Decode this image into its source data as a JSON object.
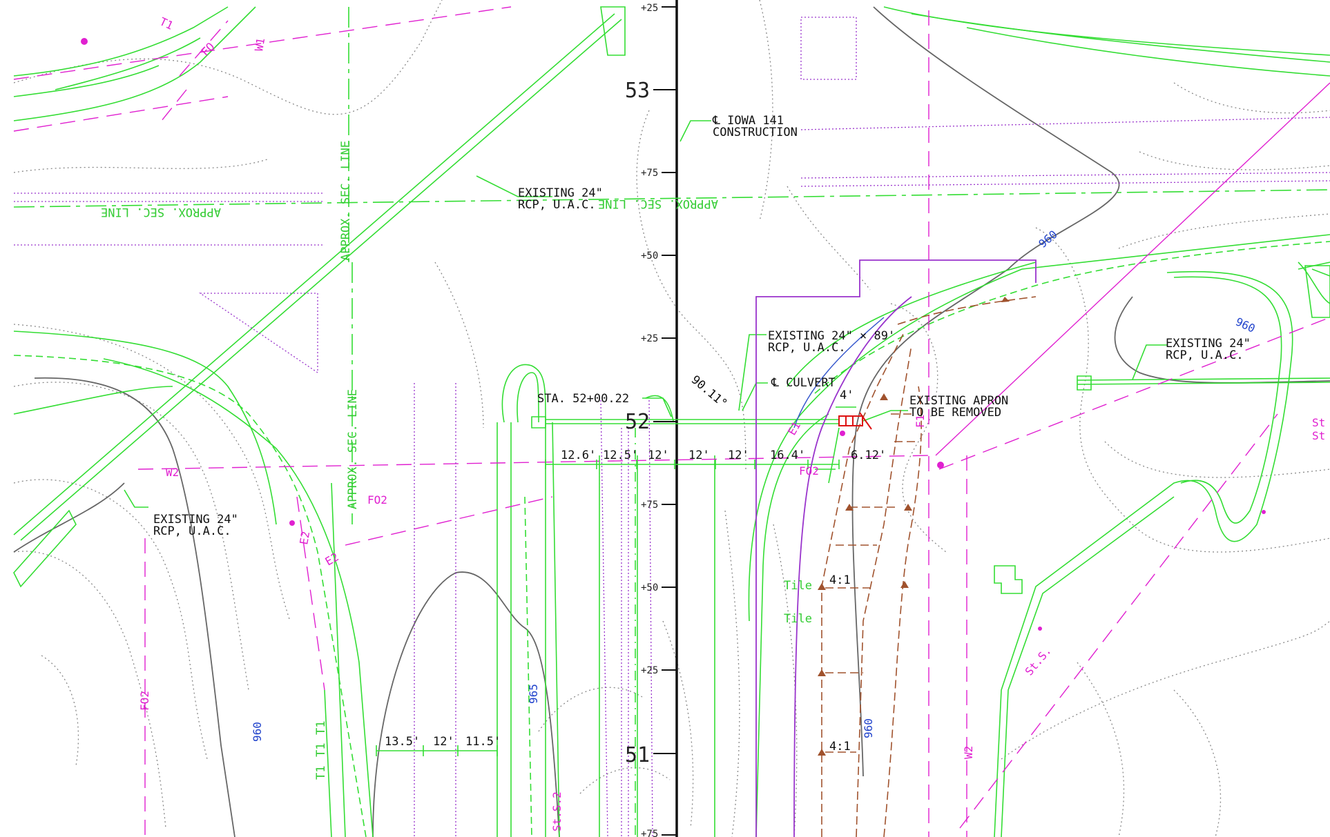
{
  "colors": {
    "green": "#33dd33",
    "magenta": "#e020d0",
    "purple": "#9933cc",
    "brown": "#a0522d",
    "gray": "#777777",
    "red": "#dd1111",
    "blue": "#3355cc",
    "contour": "#888888"
  },
  "stations": {
    "s53": "53",
    "s52": "52",
    "s51": "51",
    "p25a": "+25",
    "p75a": "+75",
    "p50a": "+50",
    "p25b": "+25",
    "p75b": "+75",
    "p50b": "+50",
    "p25c": "+25",
    "p75c": "+75"
  },
  "labels": {
    "centerline_iowa": "℄ IOWA 141",
    "construction": "CONSTRUCTION",
    "existing_24_rcp_1a": "EXISTING 24\"",
    "existing_24_rcp_1b": "RCP, U.A.C.",
    "existing_24x89_a": "EXISTING 24\" × 89'",
    "existing_24x89_b": "RCP, U.A.C.",
    "centerline_culvert": "℄ CULVERT",
    "existing_apron_a": "EXISTING APRON",
    "existing_apron_b": "TO BE REMOVED",
    "existing_24_rcp_2a": "EXISTING 24\"",
    "existing_24_rcp_2b": "RCP, U.A.C.",
    "existing_24_rcp_3a": "EXISTING 24\"",
    "existing_24_rcp_3b": "RCP, U.A.C.",
    "sta_label": "STA. 52+00.22",
    "angle": "90.11°",
    "approx_sec_line_h1": "APPROX. SEC. LINE",
    "approx_sec_line_h2": "APPROX. SEC. LINE",
    "approx_sec_line_v1": "APPROX. SEC. LINE",
    "approx_sec_line_v2": "APPROX. SEC. LINE",
    "slope_1": "4:1",
    "slope_2": "4:1"
  },
  "dimensions": {
    "d1": "12.6'",
    "d2": "12.5'",
    "d3": "12'",
    "d4": "12'",
    "d5": "12'",
    "d6": "16.4'",
    "d7": "6.12'",
    "d8": "4'",
    "d9": "13.5'",
    "d10": "12'",
    "d11": "11.5'"
  },
  "contours": {
    "c960a": "960",
    "c960b": "960",
    "c960c": "960",
    "c960d": "960",
    "c965": "965"
  },
  "utility_tags": {
    "fo": "FO",
    "t1": "T1",
    "w1": "W1",
    "w2a": "W2",
    "w2b": "W2",
    "fo2a": "FO2",
    "fo2b": "FO2",
    "fo2c": "FO2",
    "e2a": "E2",
    "e2b": "E2",
    "e1": "E1",
    "f1": "F1",
    "st_s2": "St.S.2",
    "st_s": "St.S.",
    "st_right_a": "St",
    "st_right_b": "St",
    "tile_a": "Tile",
    "tile_b": "Tile",
    "t1a": "T1",
    "t1b": "T1",
    "t1c": "T1"
  }
}
